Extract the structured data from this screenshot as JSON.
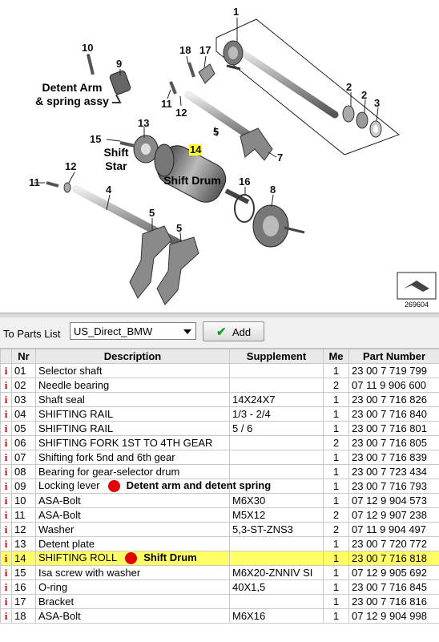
{
  "diagram": {
    "callouts": [
      "1",
      "2",
      "2",
      "3",
      "4",
      "5",
      "5",
      "5",
      "7",
      "8",
      "9",
      "10",
      "11",
      "11",
      "12",
      "12",
      "13",
      "14",
      "15",
      "16",
      "17",
      "18"
    ],
    "annotations": {
      "detent_arm": "Detent Arm\n& spring assy",
      "shift_star": "Shift\nStar",
      "shift_drum": "Shift Drum"
    },
    "image_number": "269604"
  },
  "toolbar": {
    "label": "To Parts List",
    "select_value": "US_Direct_BMW",
    "add_label": "Add",
    "add_icon": "checkmark-icon"
  },
  "table": {
    "columns": [
      "",
      "Nr",
      "Description",
      "Supplement",
      "Me",
      "Part Number"
    ],
    "rows": [
      {
        "icon": "i",
        "nr": "01",
        "desc": "Selector shaft",
        "supp": "",
        "me": "1",
        "part": "23 00 7 719 799"
      },
      {
        "icon": "i",
        "nr": "02",
        "desc": "Needle bearing",
        "supp": "",
        "me": "2",
        "part": "07 11 9 906 600"
      },
      {
        "icon": "i",
        "nr": "03",
        "desc": "Shaft seal",
        "supp": "14X24X7",
        "me": "1",
        "part": "23 00 7 716 826"
      },
      {
        "icon": "i",
        "nr": "04",
        "desc": "SHIFTING RAIL",
        "supp": "1/3 - 2/4",
        "me": "1",
        "part": "23 00 7 716 840"
      },
      {
        "icon": "i",
        "nr": "05",
        "desc": "SHIFTING RAIL",
        "supp": "5 / 6",
        "me": "1",
        "part": "23 00 7 716 801"
      },
      {
        "icon": "i",
        "nr": "06",
        "desc": "SHIFTING FORK 1ST TO 4TH GEAR",
        "supp": "",
        "me": "2",
        "part": "23 00 7 716 805"
      },
      {
        "icon": "i",
        "nr": "07",
        "desc": "Shifting fork 5nd and 6th gear",
        "supp": "",
        "me": "1",
        "part": "23 00 7 716 839"
      },
      {
        "icon": "i",
        "nr": "08",
        "desc": "Bearing for gear-selector drum",
        "supp": "",
        "me": "1",
        "part": "23 00 7 723 434"
      },
      {
        "icon": "i",
        "nr": "09",
        "desc": "Locking lever",
        "supp": "",
        "me": "1",
        "part": "23 00 7 716 793",
        "note": "Detent arm and detent spring"
      },
      {
        "icon": "i",
        "nr": "10",
        "desc": "ASA-Bolt",
        "supp": "M6X30",
        "me": "1",
        "part": "07 12 9 904 573"
      },
      {
        "icon": "i",
        "nr": "11",
        "desc": "ASA-Bolt",
        "supp": "M5X12",
        "me": "2",
        "part": "07 12 9 907 238"
      },
      {
        "icon": "i",
        "nr": "12",
        "desc": "Washer",
        "supp": "5,3-ST-ZNS3",
        "me": "2",
        "part": "07 11 9 904 497"
      },
      {
        "icon": "i",
        "nr": "13",
        "desc": "Detent plate",
        "supp": "",
        "me": "1",
        "part": "23 00 7 720 772"
      },
      {
        "icon": "i",
        "nr": "14",
        "desc": "SHIFTING ROLL",
        "supp": "",
        "me": "1",
        "part": "23 00 7 716 818",
        "note": "Shift Drum",
        "highlight": true
      },
      {
        "icon": "i",
        "nr": "15",
        "desc": "Isa screw with washer",
        "supp": "M6X20-ZNNIV SI",
        "me": "1",
        "part": "07 12 9 905 692"
      },
      {
        "icon": "i",
        "nr": "16",
        "desc": "O-ring",
        "supp": "40X1,5",
        "me": "1",
        "part": "23 00 7 716 845"
      },
      {
        "icon": "i",
        "nr": "17",
        "desc": "Bracket",
        "supp": "",
        "me": "1",
        "part": "23 00 7 716 816"
      },
      {
        "icon": "i",
        "nr": "18",
        "desc": "ASA-Bolt",
        "supp": "M6X16",
        "me": "1",
        "part": "07 12 9 904 998"
      }
    ]
  },
  "colors": {
    "highlight": "#ffff66",
    "marker": "#e00000",
    "info_icon": "#cc0000"
  }
}
